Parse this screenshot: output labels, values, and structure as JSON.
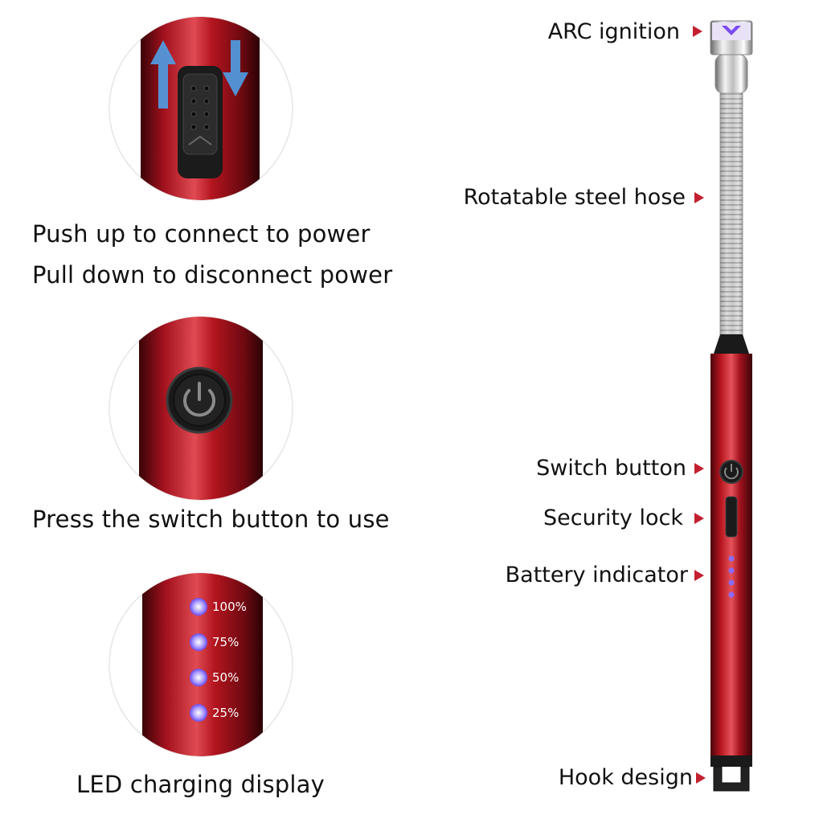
{
  "panels": {
    "slider": {
      "captions": [
        "Push up to connect to power",
        "Pull down to disconnect power"
      ]
    },
    "switch": {
      "caption": "Press the switch button to use"
    },
    "battery": {
      "caption": "LED charging display",
      "levels": [
        "100%",
        "75%",
        "50%",
        "25%"
      ]
    }
  },
  "labels": {
    "arc": "ARC ignition",
    "hose": "Rotatable steel hose",
    "switch": "Switch button",
    "lock": "Security lock",
    "battery": "Battery indicator",
    "hook": "Hook design"
  },
  "colors": {
    "body_red": "#a3121e",
    "arrow_red": "#c3202f",
    "led_purple": "#7a5cff",
    "blue_arrow": "#4f9ee6"
  }
}
